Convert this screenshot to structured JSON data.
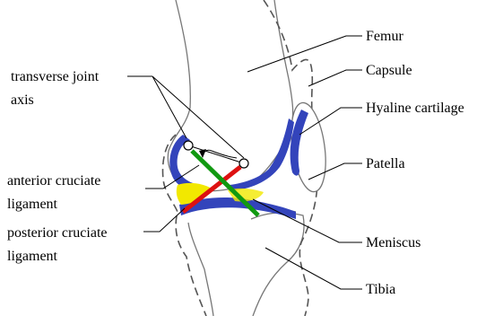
{
  "labels": {
    "transverse_axis_line1": "transverse joint",
    "transverse_axis_line2": "axis",
    "anterior_line1": "anterior cruciate",
    "anterior_line2": "ligament",
    "posterior_line1": "posterior cruciate",
    "posterior_line2": "ligament",
    "femur": "Femur",
    "capsule": "Capsule",
    "hyaline_cartilage": "Hyaline cartilage",
    "patella": "Patella",
    "meniscus": "Meniscus",
    "tibia": "Tibia"
  },
  "colors": {
    "cartilage": "#3344bb",
    "meniscus": "#f2e800",
    "anterior_ligament": "#119911",
    "posterior_ligament": "#dd1111",
    "outline": "#666666",
    "leader": "#000000"
  }
}
